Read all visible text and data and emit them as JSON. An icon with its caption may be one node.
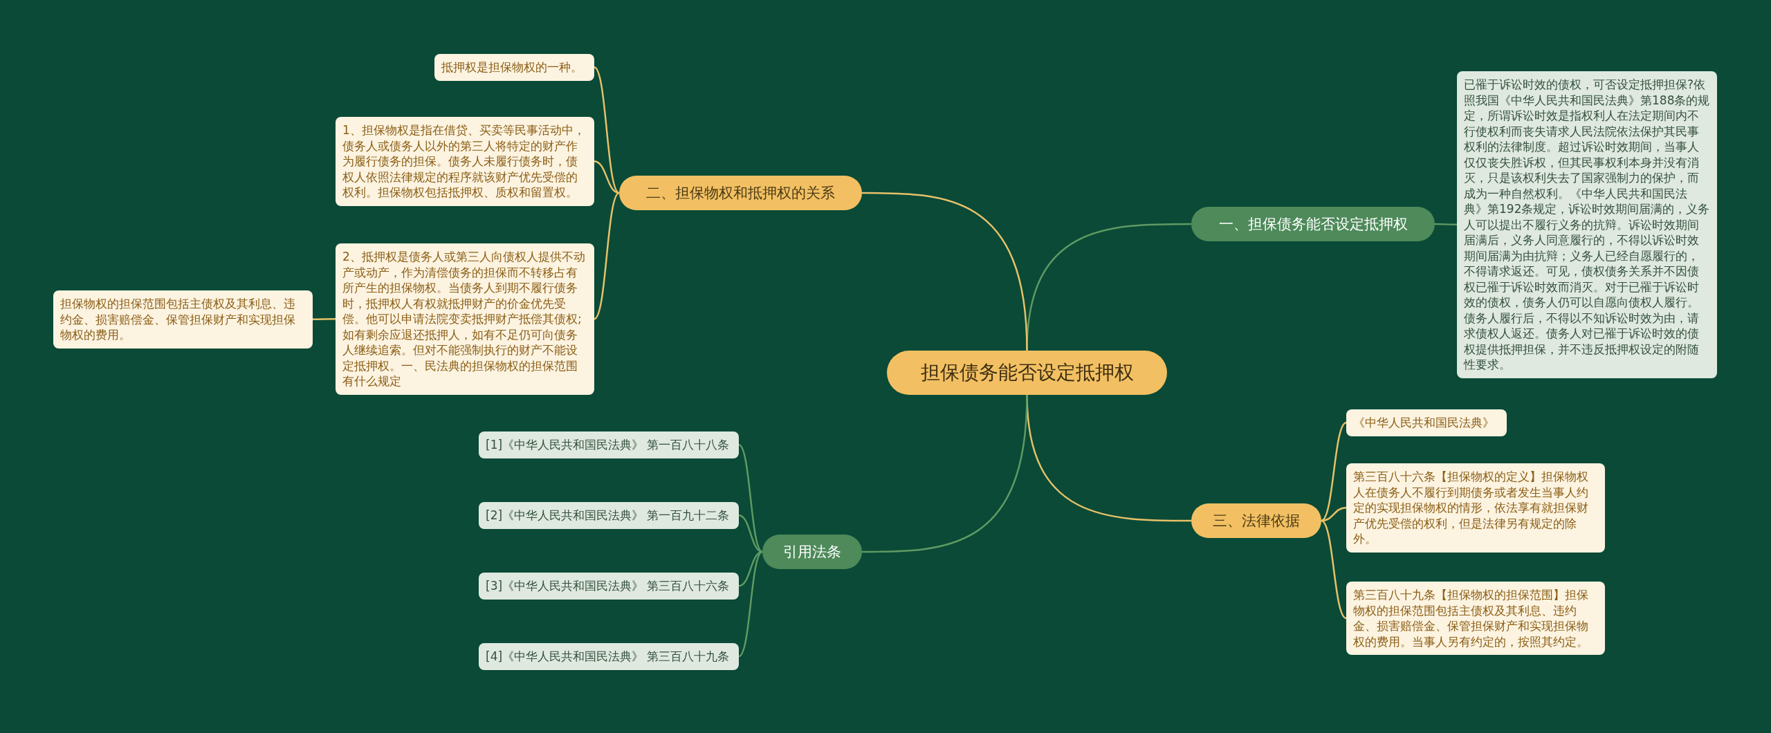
{
  "diagram": {
    "nodes": [
      {
        "text": [
          "担保债务能否设定抵押权"
        ]
      },
      {
        "text": [
          "一、担保债务能否设定抵押权"
        ]
      },
      {
        "text": [
          "已罹于诉讼时效的债权，可否设定抵押担保?依照我国《中华人民共和国民法典》第188条的规定，所谓诉讼时效是指权利人在法定期间内不行使权利而丧失请求人民法院依法保护其民事权利的法律制度。超过诉讼时效期间，当事人仅仅丧失胜诉权，但其民事权利本身并没有消灭，只是该权利失去了国家强制力的保护，而成为一种自然权利。《中华人民共和国民法典》第192条规定，诉讼时效期间届满的，义务人可以提出不履行义务的抗辩。诉讼时效期间届满后，义务人同意履行的，不得以诉讼时效期间届满为由抗辩；义务人已经自愿履行的，不得请求返还。可见，债权债务关系并不因债权已罹于诉讼时效而消灭。对于已罹于诉讼时效的债权，债务人仍可以自愿向债权人履行。债务人履行后，不得以不知诉讼时效为由，请求债权人返还。债务人对已罹于诉讼时效的债权提供抵押担保，并不违反抵押权设定的附随性要求。"
        ]
      },
      {
        "text": [
          "二、担保物权和抵押权的关系"
        ]
      },
      {
        "text": [
          "抵押权是担保物权的一种。"
        ]
      },
      {
        "text": [
          "1、担保物权是指在借贷、买卖等民事活动中，债务人或债务人以外的第三人将特定的财产作为履行债务的担保。债务人未履行债务时，债权人依照法律规定的程序就该财产优先受偿的权利。担保物权包括抵押权、质权和留置权。"
        ]
      },
      {
        "text": [
          "2、抵押权是债务人或第三人向债权人提供不动产或动产，作为清偿债务的担保而不转移占有所产生的担保物权。当债务人到期不履行债务时，抵押权人有权就抵押财产的价金优先受偿。他可以申请法院变卖抵押财产抵偿其债权;如有剩余应退还抵押人，如有不足仍可向债务人继续追索。但对不能强制执行的财产不能设定抵押权。一、民法典的担保物权的担保范围有什么规定"
        ]
      },
      {
        "text": [
          "担保物权的担保范围包括主债权及其利息、违约金、损害赔偿金、保管担保财产和实现担保物权的费用。"
        ]
      },
      {
        "text": [
          "三、法律依据"
        ]
      },
      {
        "text": [
          "《中华人民共和国民法典》"
        ]
      },
      {
        "text": [
          "第三百八十六条【担保物权的定义】担保物权人在债务人不履行到期债务或者发生当事人约定的实现担保物权的情形，依法享有就担保财产优先受偿的权利，但是法律另有规定的除外。"
        ]
      },
      {
        "text": [
          "第三百八十九条【担保物权的担保范围】担保物权的担保范围包括主债权及其利息、违约金、损害赔偿金、保管担保财产和实现担保物权的费用。当事人另有约定的，按照其约定。"
        ]
      },
      {
        "text": [
          "引用法条"
        ]
      },
      {
        "text": [
          "[1]《中华人民共和国民法典》 第一百八十八条"
        ]
      },
      {
        "text": [
          "[2]《中华人民共和国民法典》 第一百九十二条"
        ]
      },
      {
        "text": [
          "[3]《中华人民共和国民法典》 第三百八十六条"
        ]
      },
      {
        "text": [
          "[4]《中华人民共和国民法典》 第三百八十九条"
        ]
      }
    ],
    "edges": [
      {
        "from": 0,
        "to": 1,
        "arrow": "none",
        "color": "#5f9a62"
      },
      {
        "from": 1,
        "to": 2,
        "arrow": "none",
        "color": "#5f9a62"
      },
      {
        "from": 0,
        "to": 3,
        "arrow": "none"
      },
      {
        "from": 3,
        "to": 4,
        "arrow": "none"
      },
      {
        "from": 3,
        "to": 5,
        "arrow": "none"
      },
      {
        "from": 3,
        "to": 6,
        "arrow": "none"
      },
      {
        "from": 6,
        "to": 7,
        "arrow": "none"
      },
      {
        "from": 0,
        "to": 8,
        "arrow": "none"
      },
      {
        "from": 8,
        "to": 9,
        "arrow": "none"
      },
      {
        "from": 8,
        "to": 10,
        "arrow": "none"
      },
      {
        "from": 8,
        "to": 11,
        "arrow": "none"
      },
      {
        "from": 0,
        "to": 12,
        "arrow": "none",
        "color": "#5f9a62"
      },
      {
        "from": 12,
        "to": 13,
        "arrow": "none",
        "color": "#5f9a62"
      },
      {
        "from": 12,
        "to": 14,
        "arrow": "none",
        "color": "#5f9a62"
      },
      {
        "from": 12,
        "to": 15,
        "arrow": "none",
        "color": "#5f9a62"
      },
      {
        "from": 12,
        "to": 16,
        "arrow": "none",
        "color": "#5f9a62"
      }
    ]
  }
}
